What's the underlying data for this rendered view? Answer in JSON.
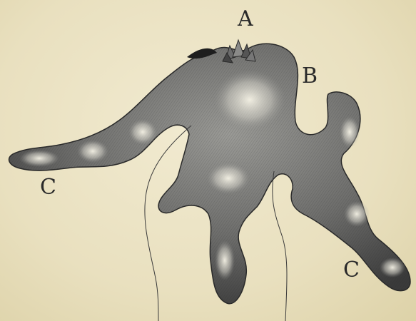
{
  "figure": {
    "labels": {
      "a": "A",
      "b": "B",
      "c_left": "C",
      "c_right": "C"
    },
    "colors": {
      "paper": "#ece4c6",
      "body_dark": "#3f3f3f",
      "body_mid": "#7c7c7c",
      "highlight": "#f4f1e4",
      "ink": "#2a2a2a"
    }
  }
}
